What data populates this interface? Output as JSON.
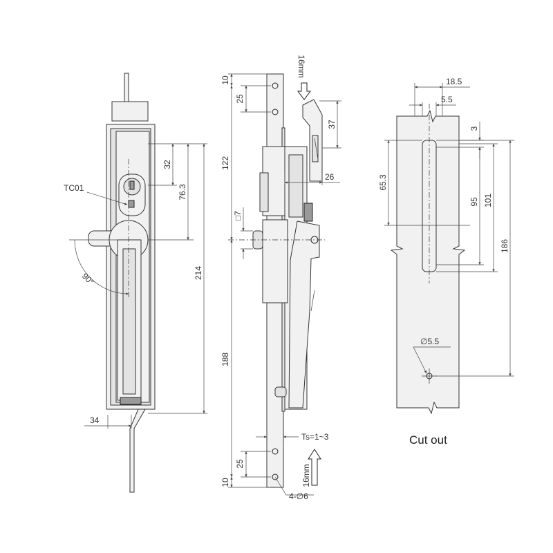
{
  "front_view": {
    "label_model": "TC01",
    "dim_32": "32",
    "dim_76_3": "76.3",
    "dim_214": "214",
    "dim_34": "34",
    "angle": "90°"
  },
  "side_view": {
    "dim_10_top": "10",
    "dim_25_top": "25",
    "dim_122": "122",
    "dim_16mm_top": "16mm",
    "dim_37": "37",
    "dim_26": "26",
    "dim_square7": "□7",
    "dim_188": "188",
    "dim_ts": "Ts=1~3",
    "dim_25_bottom": "25",
    "dim_10_bottom": "10",
    "dim_16mm_bottom": "16mm",
    "dim_holes": "4-∅6"
  },
  "cutout_view": {
    "dim_18_5": "18.5",
    "dim_5_5_top": "5.5",
    "dim_3": "3",
    "dim_65_3": "65.3",
    "dim_95": "95",
    "dim_101": "101",
    "dim_186": "186",
    "dim_hole": "∅5.5",
    "caption": "Cut out"
  }
}
